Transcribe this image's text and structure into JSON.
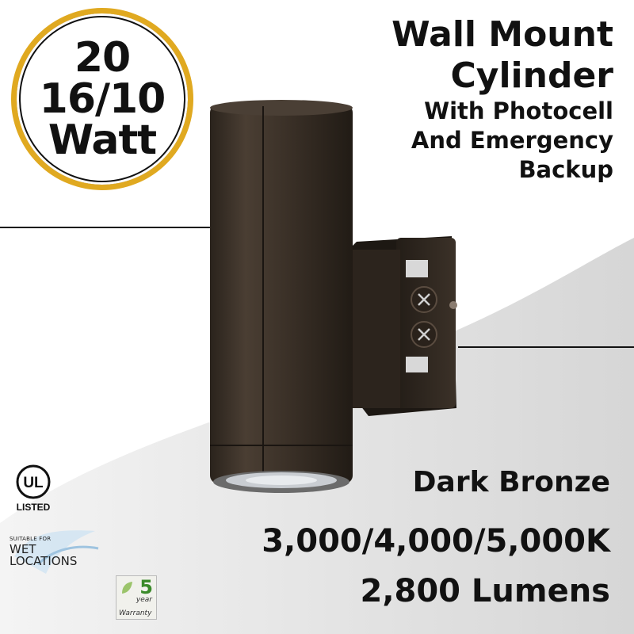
{
  "badge": {
    "line1": "20",
    "line2": "16/10",
    "line3": "Watt"
  },
  "title": {
    "line1": "Wall Mount",
    "line2": "Cylinder",
    "line3": "With Photocell",
    "line4": "And Emergency",
    "line5": "Backup"
  },
  "specs": {
    "color": "Dark Bronze",
    "cct": "3,000/4,000/5,000K",
    "lumens": "2,800 Lumens"
  },
  "certs": {
    "ul_mark": "UL",
    "ul_listed": "LISTED",
    "wet_small": "SUITABLE FOR",
    "wet_line1": "WET",
    "wet_line2": "LOCATIONS",
    "warranty_years": "5",
    "warranty_unit": "year",
    "warranty_label": "Warranty"
  },
  "colors": {
    "badge_ring": "#e0a920",
    "fixture": "#3b3128",
    "warranty_accent": "#3a8a2a"
  }
}
